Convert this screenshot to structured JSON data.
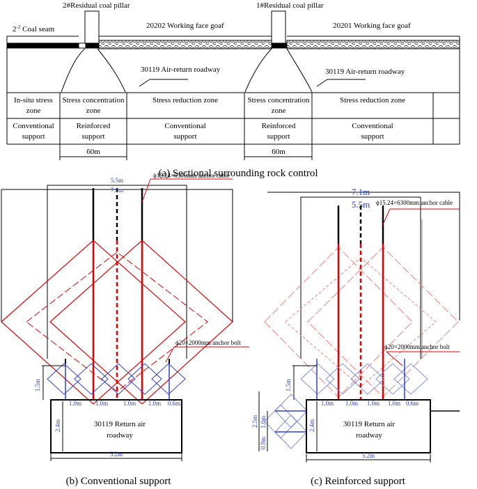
{
  "panel_a": {
    "coal_seam": "2",
    "coal_seam_sup": "-2",
    "coal_seam_suffix": " Coal seam",
    "pillar2": "2#Residual coal pillar",
    "pillar1": "1#Residual coal pillar",
    "goaf_20202": "20202  Working face goaf",
    "goaf_20201": "20201  Working face goaf",
    "roadway_left": "30119  Air-return  roadway",
    "roadway_right": "30119  Air-return  roadway",
    "zones": [
      {
        "line1": "In-situ stress",
        "line2": "zone",
        "support": [
          "Conventional",
          "support"
        ]
      },
      {
        "line1": "Stress concentration",
        "line2": "zone",
        "support": [
          "Reinforced",
          "support"
        ]
      },
      {
        "line1": "Stress reduction  zone",
        "line2": "",
        "support": [
          "Conventional",
          "support"
        ]
      },
      {
        "line1": "Stress concentration",
        "line2": "zone",
        "support": [
          "Reinforced",
          "support"
        ]
      },
      {
        "line1": "Stress reduction  zone",
        "line2": "",
        "support": [
          "Conventional",
          "support"
        ]
      }
    ],
    "dim_left": "60m",
    "dim_right": "60m",
    "caption": "(a) Sectional surrounding rock control"
  },
  "panel_b": {
    "width_outer": "7.1m",
    "width_inner": "5.5m",
    "cable_label": "ϕ15.24×6300mm  anchor cable",
    "bolt_label": "ϕ20×2000mm  anchor bolt",
    "bolt_height": "1.5m",
    "spacings": [
      "1.0m",
      "1.0m",
      "1.0m",
      "1.0m",
      "0.6m"
    ],
    "height": "2.4m",
    "roadway_line1": "30119 Return air",
    "roadway_line2": "roadway",
    "width_bottom": "5.2m",
    "caption": "(b) Conventional  support"
  },
  "panel_c": {
    "width_outer": "7.1m",
    "width_inner": "5.5m",
    "cable_label": "ϕ15.24×6300mm  anchor cable",
    "bolt_label": "ϕ20×2000mm  anchor bolt",
    "bolt_height": "1.5m",
    "spacings": [
      "1.0m",
      "1.0m",
      "1.0m",
      "1.0m",
      "0.6m"
    ],
    "height": "2.4m",
    "side_height": "2.5m",
    "side_spacing_1": "1.0m",
    "side_spacing_2": "0.9m",
    "roadway_line1": "30119 Return air",
    "roadway_line2": "roadway",
    "width_bottom": "5.2m",
    "caption": "(c) Reinforced  support"
  },
  "colors": {
    "line": "#000000",
    "red": "#e00000",
    "blue": "#2a3fd0",
    "red_faint": "#f08080",
    "blue_faint": "#8090e0"
  }
}
